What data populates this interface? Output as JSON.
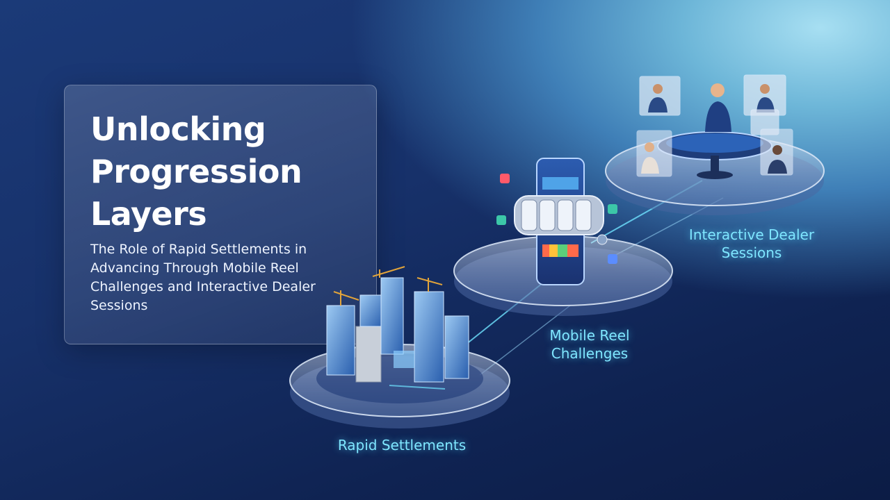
{
  "title": "Unlocking Progression Layers",
  "subtitle": "The Role of Rapid Settlements in Advancing Through Mobile Reel Challenges and Interactive Dealer Sessions",
  "stages": [
    {
      "label": "Rapid Settlements",
      "icon": "city-buildings-icon"
    },
    {
      "label": "Mobile Reel Challenges",
      "icon": "slot-reel-phone-icon"
    },
    {
      "label": "Interactive Dealer Sessions",
      "icon": "dealer-table-icon"
    }
  ],
  "colors": {
    "accent": "#7fe6ff",
    "platform": "#c9d6ea",
    "building": "#3a78c9"
  }
}
